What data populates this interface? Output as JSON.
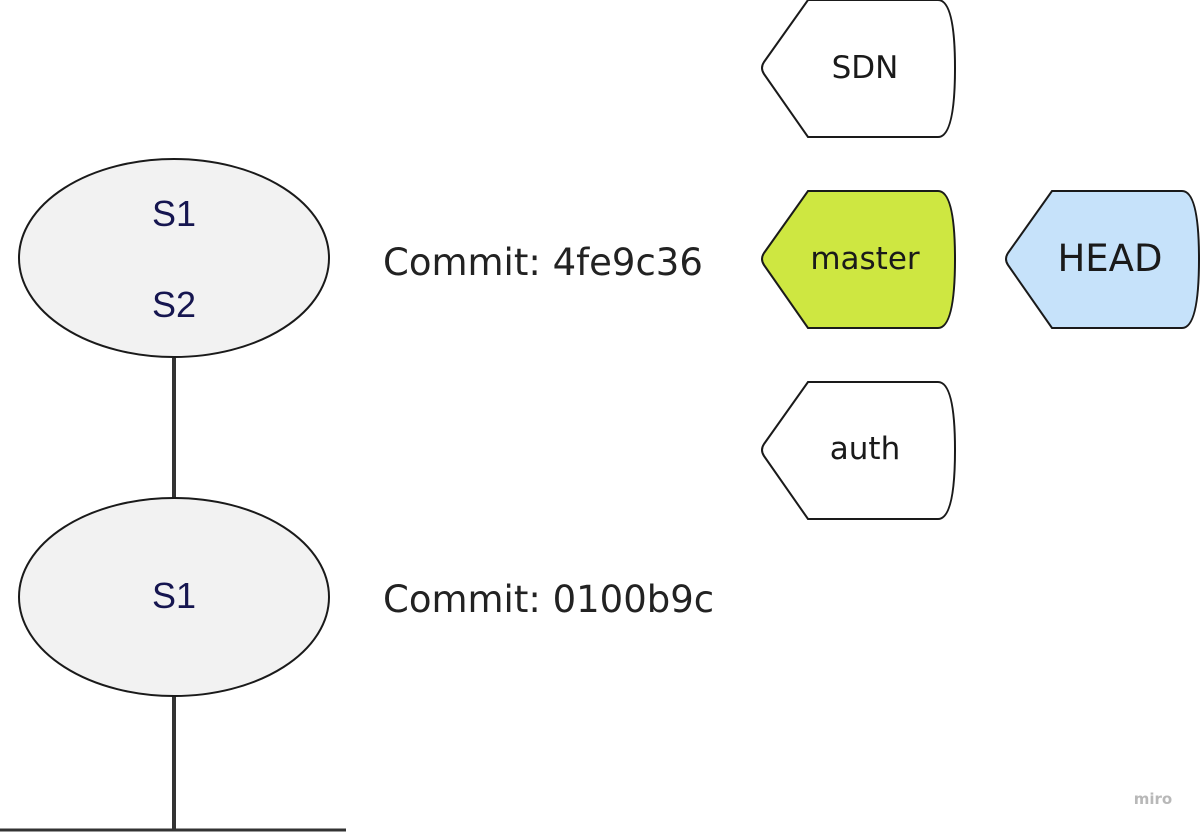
{
  "commits": [
    {
      "label": "Commit: 4fe9c36",
      "nodes": [
        "S1",
        "S2"
      ]
    },
    {
      "label": "Commit: 0100b9c",
      "nodes": [
        "S1"
      ]
    }
  ],
  "branches": [
    {
      "label": "SDN",
      "fill": "#ffffff"
    },
    {
      "label": "master",
      "fill": "#cee741"
    },
    {
      "label": "auth",
      "fill": "#ffffff"
    }
  ],
  "head": {
    "label": "HEAD",
    "fill": "#c6e2fa"
  },
  "watermark": "miro",
  "colors": {
    "node_fill": "#f2f2f2",
    "stroke": "#1a1a1a",
    "edge": "#333333"
  }
}
